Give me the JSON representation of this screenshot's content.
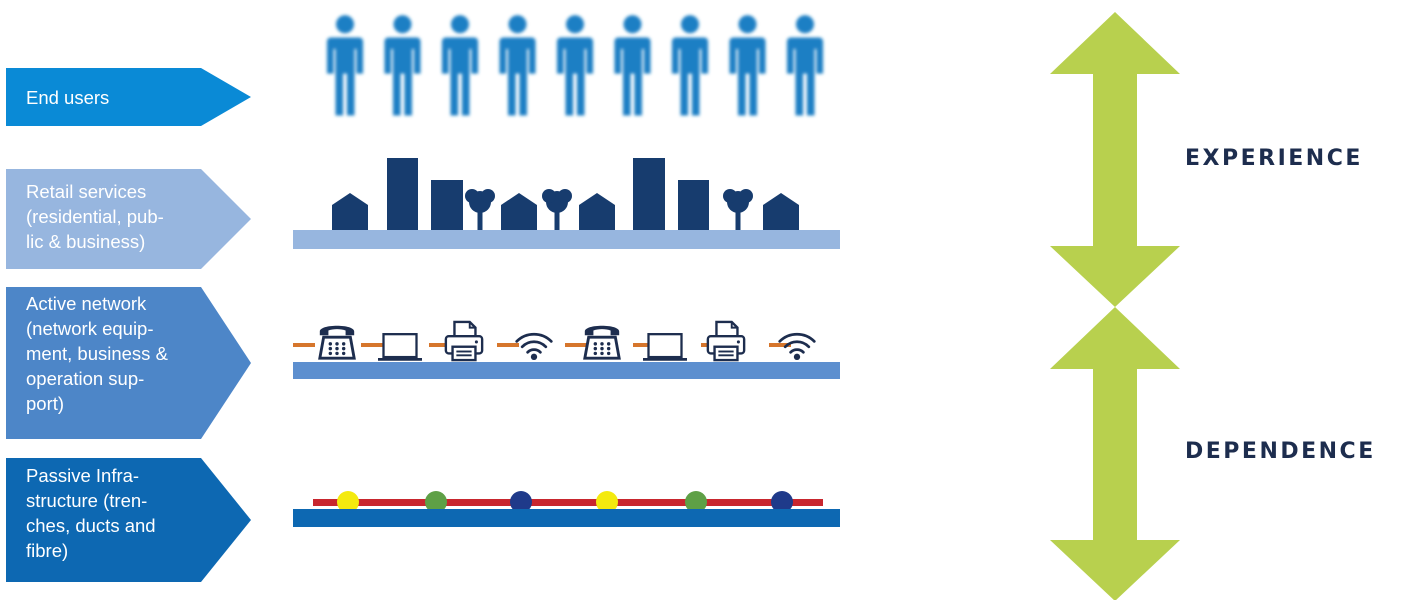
{
  "layers": [
    {
      "label": "End users",
      "color": "#0a8ad6"
    },
    {
      "label": "Retail services\n(residential, pub-\nlic & business)",
      "color": "#97b6df"
    },
    {
      "label": "Active network\n(network equip-\nment, business &\noperation sup-\nport)",
      "color": "#4d86c8"
    },
    {
      "label": "Passive Infra-\nstructure (tren-\nches, ducts and\nfibre)",
      "color": "#0d68b2"
    }
  ],
  "side_labels": {
    "experience": "EXPERIENCE",
    "dependence": "DEPENDENCE"
  },
  "colors": {
    "people": "#1f7fc4",
    "buildings": "#173c6e",
    "retail_bar": "#97b6df",
    "active_bar": "#5d8fcf",
    "passive_bar": "#0d68b2",
    "orange_link": "#d6762c",
    "red_line": "#c8262e",
    "arrow": "#b8d04e",
    "dot_yellow": "#f4ea0e",
    "dot_green": "#5ea046",
    "dot_navy": "#1f3a8a"
  },
  "icons": {
    "person": "person-icon",
    "devices": [
      "telephone-icon",
      "laptop-icon",
      "printer-icon",
      "wifi-icon",
      "telephone-icon",
      "laptop-icon",
      "printer-icon",
      "wifi-icon"
    ],
    "dots": [
      "dot_yellow",
      "dot_green",
      "dot_navy",
      "dot_yellow",
      "dot_green",
      "dot_navy"
    ]
  }
}
